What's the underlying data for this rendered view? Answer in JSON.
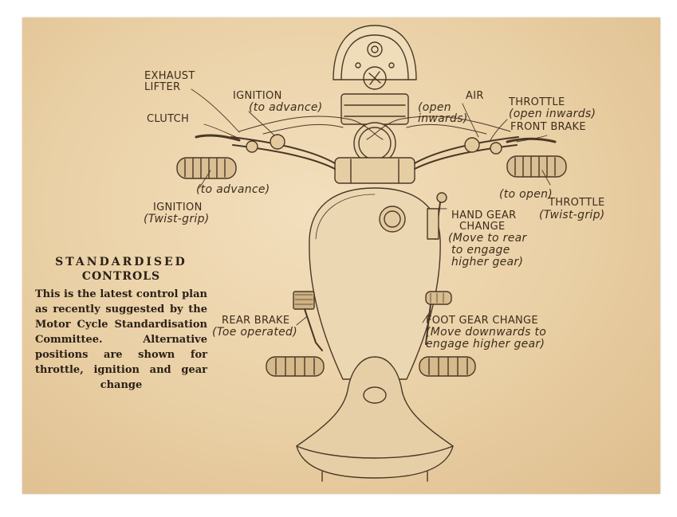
{
  "caption": {
    "title_line1": "STANDARDISED",
    "title_line2": "CONTROLS",
    "body": "This is the latest control plan as recently suggested by the Motor Cycle Standardisation Committee. Alternative positions are shown for throttle, ignition and gear change"
  },
  "labels": {
    "exhaust_lifter_1": "EXHAUST",
    "exhaust_lifter_2": "LIFTER",
    "clutch": "CLUTCH",
    "ignition_top": "IGNITION",
    "ignition_top_note": "(to advance)",
    "air_note_1": "(open",
    "air_note_2": "inwards)",
    "air": "AIR",
    "throttle_top": "THROTTLE",
    "throttle_top_note": "(open inwards)",
    "front_brake": "FRONT BRAKE",
    "ignition_grip_note": "(to advance)",
    "ignition_grip": "IGNITION",
    "ignition_grip_sub": "(Twist-grip)",
    "throttle_grip_note": "(to open)",
    "throttle_grip": "THROTTLE",
    "throttle_grip_sub": "(Twist-grip)",
    "hand_gear_1": "HAND GEAR",
    "hand_gear_2": "CHANGE",
    "hand_gear_note_1": "(Move to rear",
    "hand_gear_note_2": "to engage",
    "hand_gear_note_3": "higher gear)",
    "rear_brake": "REAR BRAKE",
    "rear_brake_note": "(Toe operated)",
    "foot_gear": "FOOT GEAR CHANGE",
    "foot_gear_note_1": "(Move downwards to",
    "foot_gear_note_2": "engage higher gear)"
  },
  "colors": {
    "paper": "#ecd4ab",
    "ink": "#3c2d1c"
  }
}
